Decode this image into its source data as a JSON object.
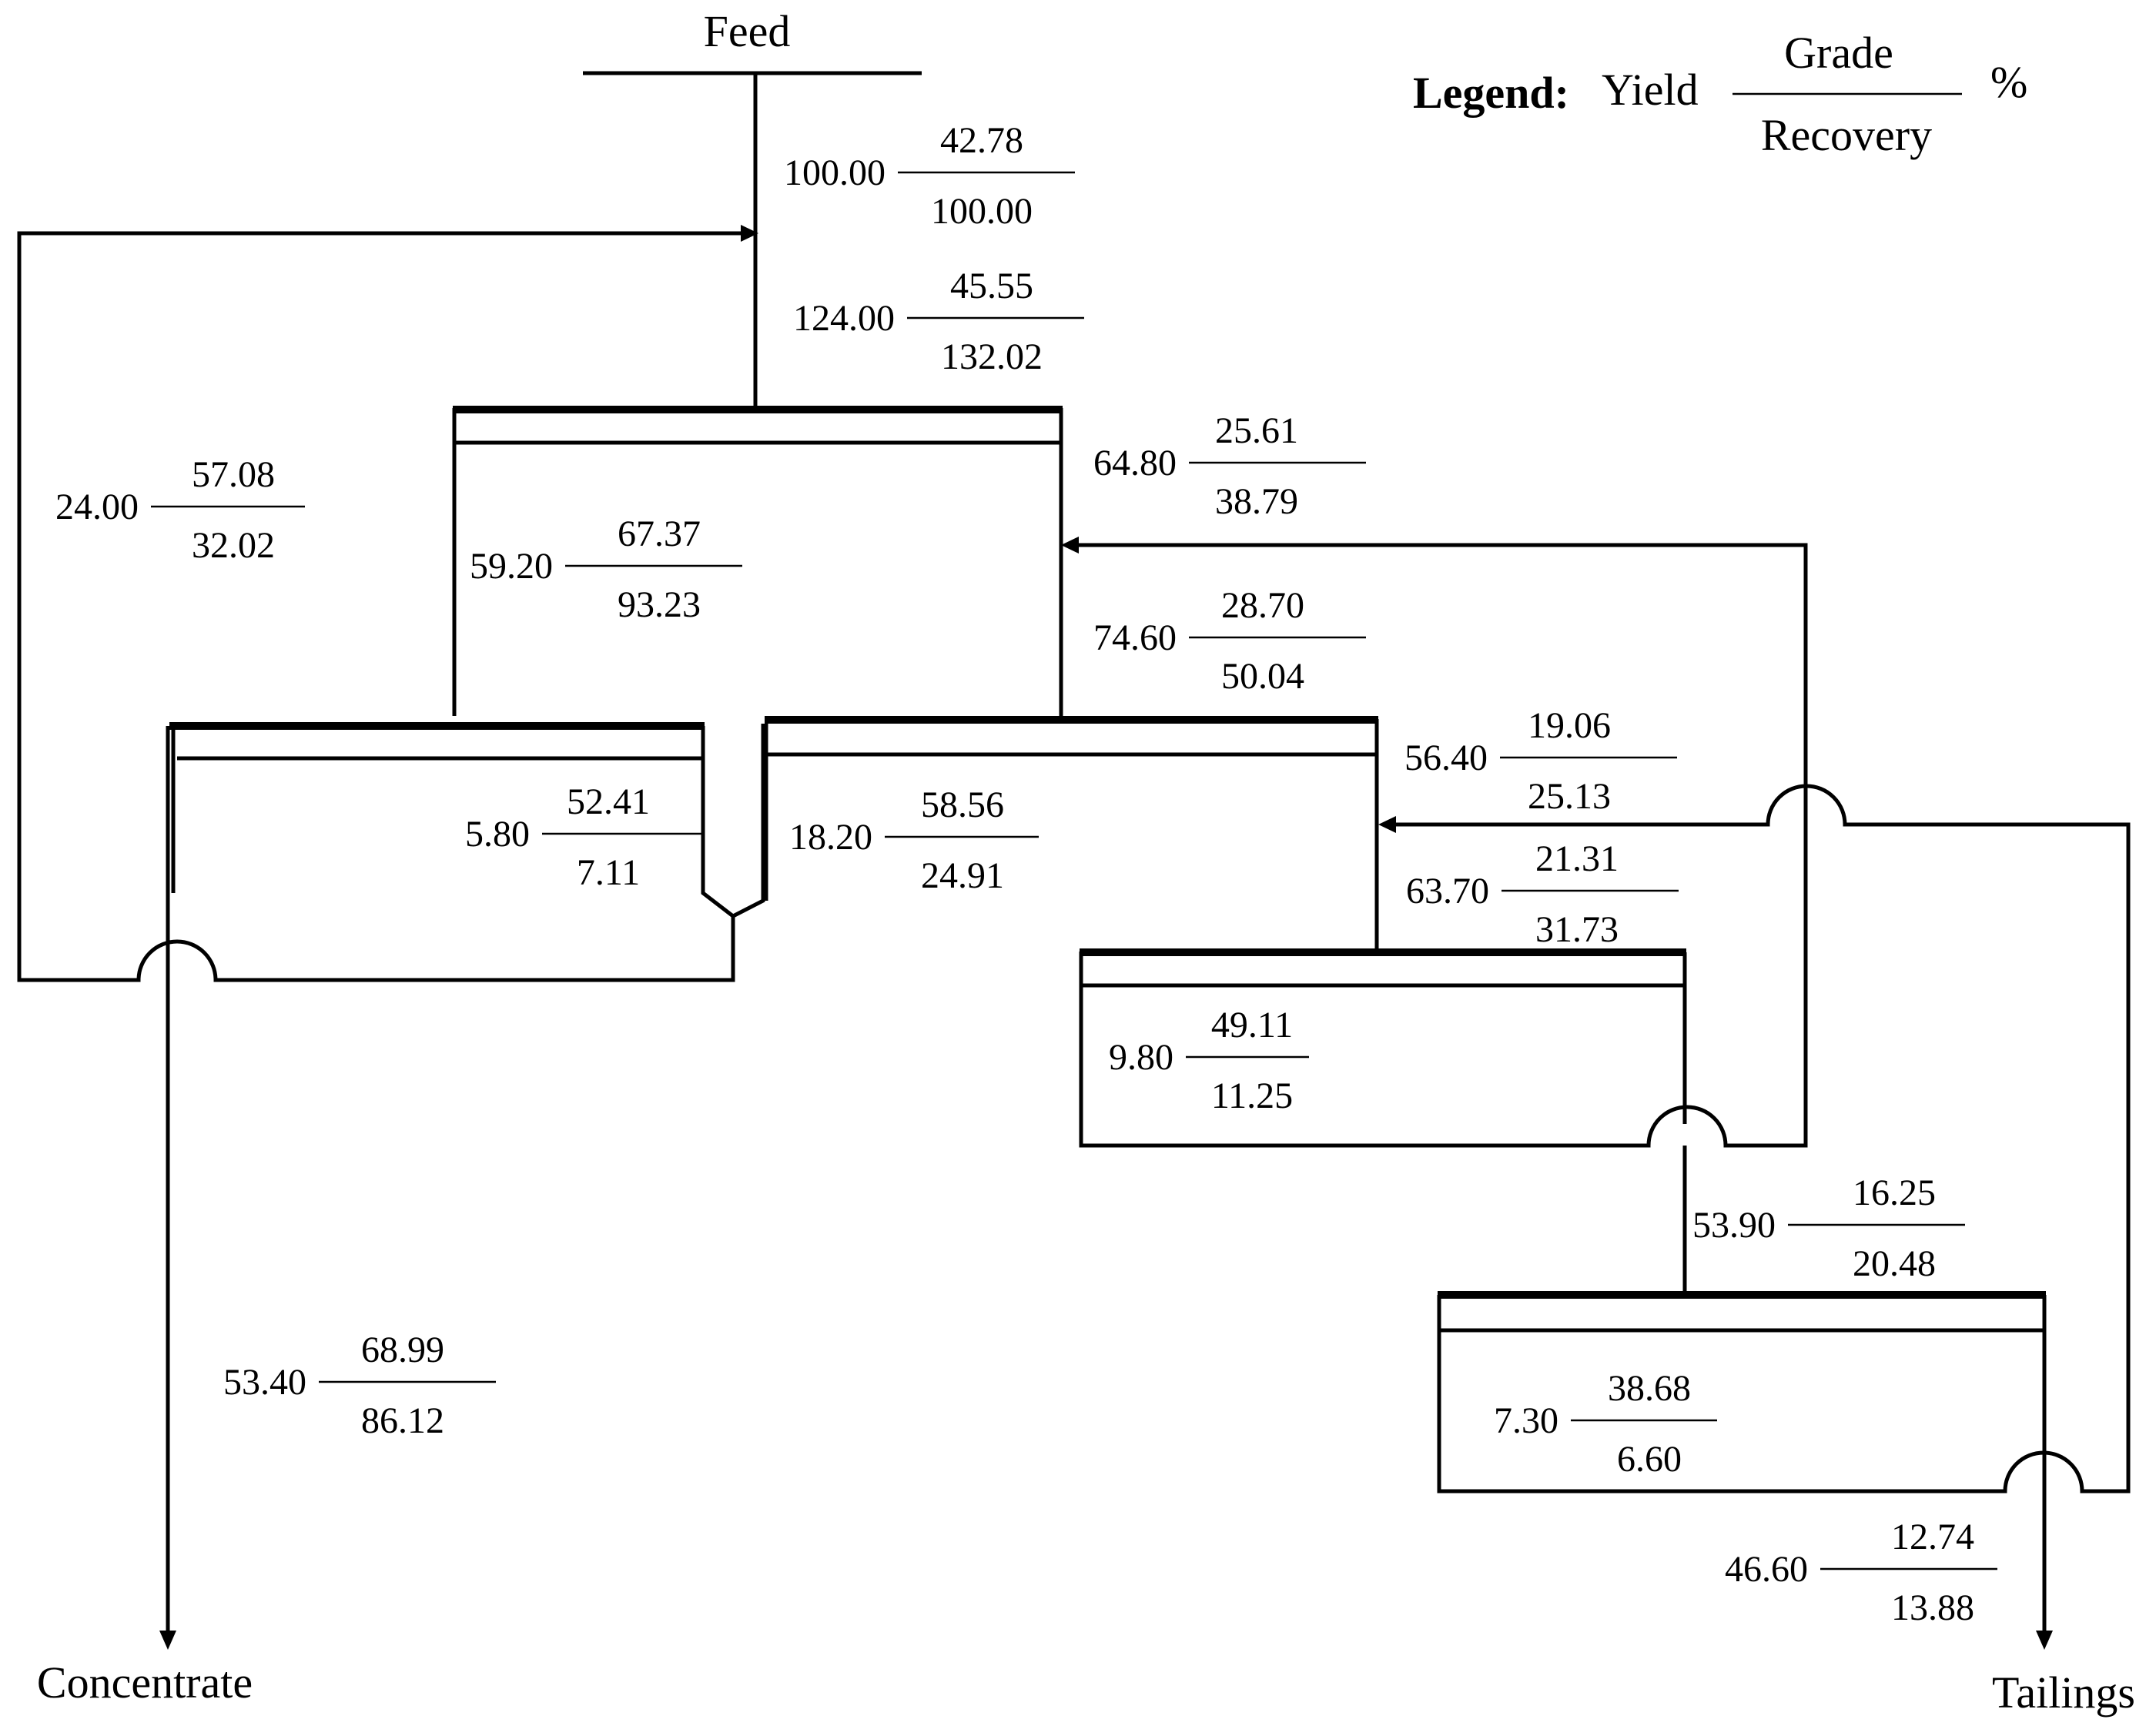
{
  "labels": {
    "feed": "Feed",
    "concentrate": "Concentrate",
    "tailings": "Tailings"
  },
  "legend": {
    "title": "Legend:",
    "yield": "Yield",
    "grade": "Grade",
    "recovery": "Recovery",
    "unit": "%"
  },
  "streams": [
    {
      "id": "feed",
      "yield": "100.00",
      "grade": "42.78",
      "recovery": "100.00"
    },
    {
      "id": "rougher-feed",
      "yield": "124.00",
      "grade": "45.55",
      "recovery": "132.02"
    },
    {
      "id": "middling-1",
      "yield": "24.00",
      "grade": "57.08",
      "recovery": "32.02"
    },
    {
      "id": "rougher-conc",
      "yield": "59.20",
      "grade": "67.37",
      "recovery": "93.23"
    },
    {
      "id": "rougher-tail",
      "yield": "64.80",
      "grade": "25.61",
      "recovery": "38.79"
    },
    {
      "id": "scav1-feed",
      "yield": "74.60",
      "grade": "28.70",
      "recovery": "50.04"
    },
    {
      "id": "cleaner-tail",
      "yield": "5.80",
      "grade": "52.41",
      "recovery": "7.11"
    },
    {
      "id": "scav1-conc",
      "yield": "18.20",
      "grade": "58.56",
      "recovery": "24.91"
    },
    {
      "id": "scav1-tail",
      "yield": "56.40",
      "grade": "19.06",
      "recovery": "25.13"
    },
    {
      "id": "scav2-feed",
      "yield": "63.70",
      "grade": "21.31",
      "recovery": "31.73"
    },
    {
      "id": "scav2-conc",
      "yield": "9.80",
      "grade": "49.11",
      "recovery": "11.25"
    },
    {
      "id": "scav2-tail",
      "yield": "53.90",
      "grade": "16.25",
      "recovery": "20.48"
    },
    {
      "id": "scav3-conc",
      "yield": "7.30",
      "grade": "38.68",
      "recovery": "6.60"
    },
    {
      "id": "final-tail",
      "yield": "46.60",
      "grade": "12.74",
      "recovery": "13.88"
    },
    {
      "id": "final-conc",
      "yield": "53.40",
      "grade": "68.99",
      "recovery": "86.12"
    }
  ]
}
